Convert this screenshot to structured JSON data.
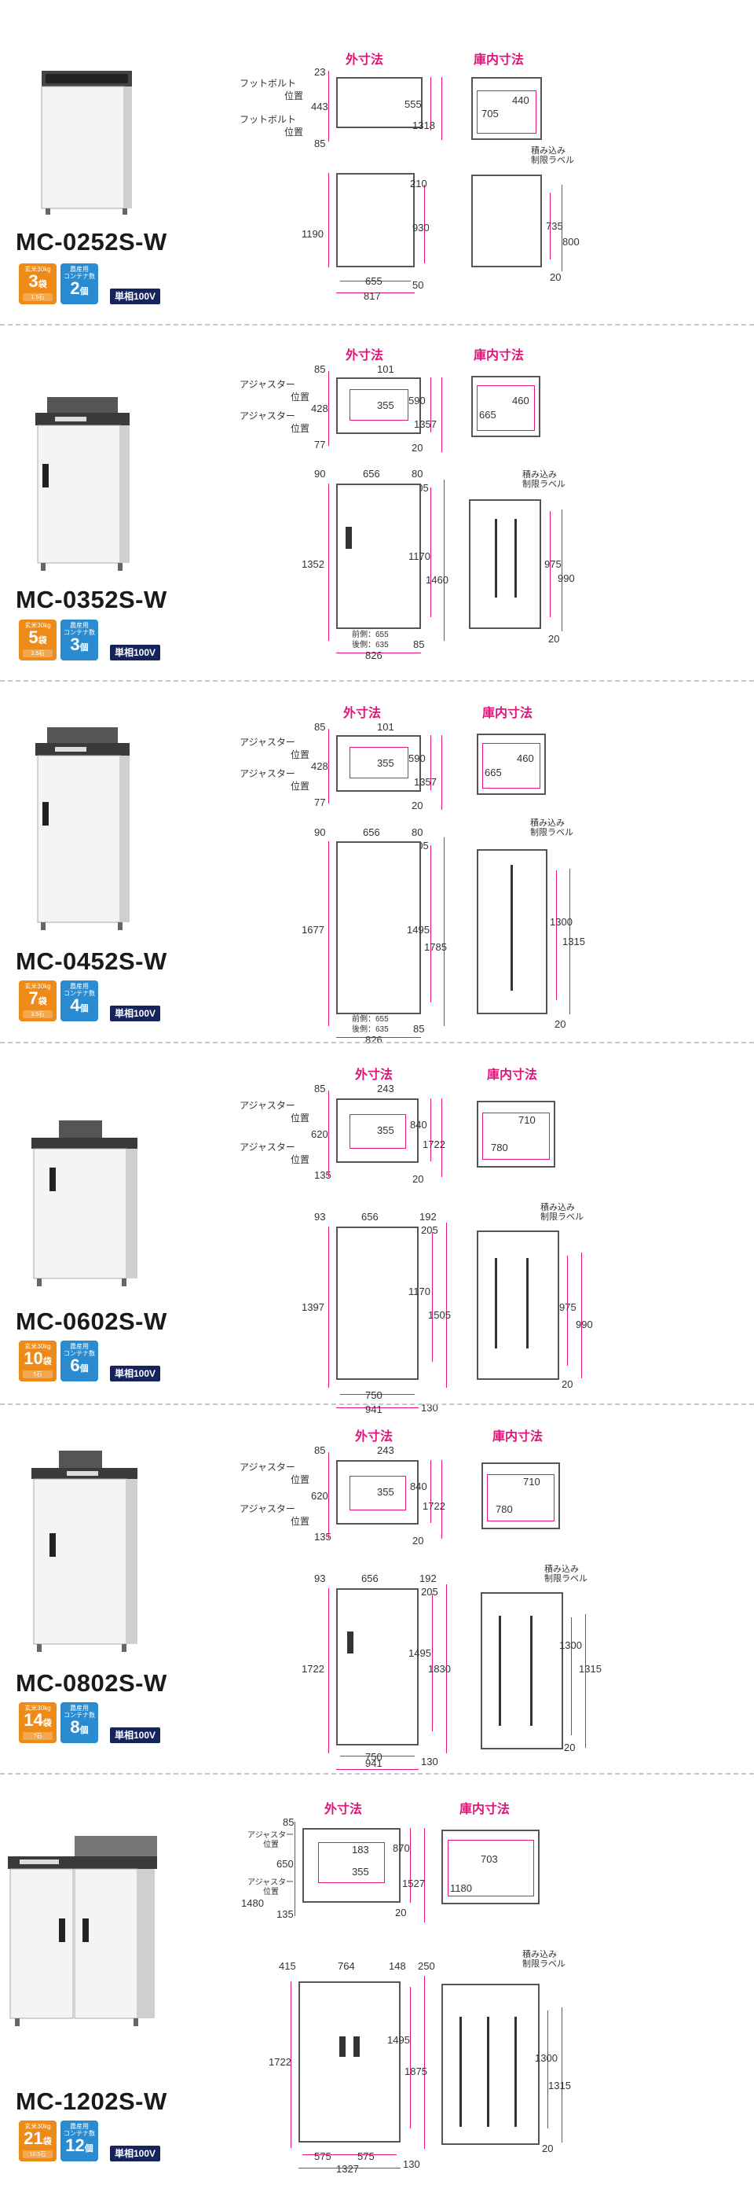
{
  "common": {
    "outer_title": "外寸法",
    "inner_title": "庫内寸法",
    "stack_label_1": "積み込み",
    "stack_label_2": "制限ラベル",
    "capacity_label_1": "玄米30kg",
    "container_label_1": "農産用",
    "container_label_2": "コンテナ数",
    "front_leg": "前側：655",
    "back_leg": "後側：635",
    "accent_color": "#e2147a",
    "orange_badge_color": "#ee8a17",
    "blue_badge_color": "#2a8bd0",
    "power_badge_color": "#16245e"
  },
  "models": [
    {
      "name": "MC-0252S-W",
      "bags": "3",
      "bags_unit": "袋",
      "koku": "1.5石",
      "containers": "2",
      "containers_unit": "個",
      "power": "単相100V",
      "leg_label": "フットボルト",
      "pos_label": "位置",
      "top": {
        "d1": "23",
        "d2": "443",
        "d3": "85",
        "w": "555",
        "h": "1318"
      },
      "inner_top": {
        "w": "705",
        "d": "440"
      },
      "front": {
        "h": "1190",
        "h2": "930",
        "top": "210",
        "w1": "655",
        "w2": "817",
        "foot": "50"
      },
      "inner_front": {
        "h1": "735",
        "h2": "800",
        "foot": "20"
      }
    },
    {
      "name": "MC-0352S-W",
      "bags": "5",
      "bags_unit": "袋",
      "koku": "2.5石",
      "containers": "3",
      "containers_unit": "個",
      "power": "単相100V",
      "leg_label": "アジャスター",
      "pos_label": "位置",
      "top": {
        "d1": "85",
        "d2": "428",
        "d3": "77",
        "w": "101",
        "w2": "355",
        "h1": "590",
        "h2": "1357",
        "h3": "20"
      },
      "inner_top": {
        "w": "665",
        "d": "460"
      },
      "front": {
        "left": "90",
        "w": "656",
        "right": "80",
        "top": "205",
        "h": "1352",
        "h2": "1170",
        "h3": "1460",
        "w_total": "826",
        "foot": "85"
      },
      "inner_front": {
        "h1": "975",
        "h2": "990",
        "foot": "20"
      }
    },
    {
      "name": "MC-0452S-W",
      "bags": "7",
      "bags_unit": "袋",
      "koku": "3.5石",
      "containers": "4",
      "containers_unit": "個",
      "power": "単相100V",
      "leg_label": "アジャスター",
      "pos_label": "位置",
      "top": {
        "d1": "85",
        "d2": "428",
        "d3": "77",
        "w": "101",
        "w2": "355",
        "h1": "590",
        "h2": "1357",
        "h3": "20"
      },
      "inner_top": {
        "w": "665",
        "d": "460"
      },
      "front": {
        "left": "90",
        "w": "656",
        "right": "80",
        "top": "205",
        "h": "1677",
        "h2": "1495",
        "h3": "1785",
        "w_total": "826",
        "foot": "85"
      },
      "inner_front": {
        "h1": "1300",
        "h2": "1315",
        "foot": "20"
      }
    },
    {
      "name": "MC-0602S-W",
      "bags": "10",
      "bags_unit": "袋",
      "koku": "5石",
      "containers": "6",
      "containers_unit": "個",
      "power": "単相100V",
      "leg_label": "アジャスター",
      "pos_label": "位置",
      "top": {
        "d1": "85",
        "d2": "620",
        "d3": "135",
        "w": "243",
        "w2": "355",
        "h1": "840",
        "h2": "1722",
        "h3": "20"
      },
      "inner_top": {
        "w": "780",
        "d": "710"
      },
      "front": {
        "left": "93",
        "w": "656",
        "right": "192",
        "top": "205",
        "h": "1397",
        "h2": "1170",
        "h3": "1505",
        "w1": "750",
        "w_total": "941",
        "foot": "130"
      },
      "inner_front": {
        "h1": "975",
        "h2": "990",
        "foot": "20"
      }
    },
    {
      "name": "MC-0802S-W",
      "bags": "14",
      "bags_unit": "袋",
      "koku": "7石",
      "containers": "8",
      "containers_unit": "個",
      "power": "単相100V",
      "leg_label": "アジャスター",
      "pos_label": "位置",
      "top": {
        "d1": "85",
        "d2": "620",
        "d3": "135",
        "w": "243",
        "w2": "355",
        "h1": "840",
        "h2": "1722",
        "h3": "20"
      },
      "inner_top": {
        "w": "780",
        "d": "710"
      },
      "front": {
        "left": "93",
        "w": "656",
        "right": "192",
        "top": "205",
        "h": "1722",
        "h2": "1495",
        "h3": "1830",
        "w1": "750",
        "w_total": "941",
        "foot": "130"
      },
      "inner_front": {
        "h1": "1300",
        "h2": "1315",
        "foot": "20"
      }
    },
    {
      "name": "MC-1202S-W",
      "bags": "21",
      "bags_unit": "袋",
      "koku": "10.5石",
      "containers": "12",
      "containers_unit": "個",
      "power": "単相100V",
      "leg_label": "アジャスター",
      "pos_label": "位置",
      "top": {
        "d1": "85",
        "d2": "650",
        "d3": "135",
        "total": "1480",
        "w": "183",
        "w2": "355",
        "h1": "870",
        "h2": "1527",
        "h3": "20"
      },
      "inner_top": {
        "w": "1180",
        "d": "703"
      },
      "front": {
        "left": "415",
        "w": "764",
        "right": "148",
        "r2": "250",
        "h": "1722",
        "h2": "1495",
        "h3": "1875",
        "w1": "575",
        "w1b": "575",
        "w_total": "1327",
        "foot": "130"
      },
      "inner_front": {
        "h1": "1300",
        "h2": "1315",
        "foot": "20"
      }
    }
  ]
}
